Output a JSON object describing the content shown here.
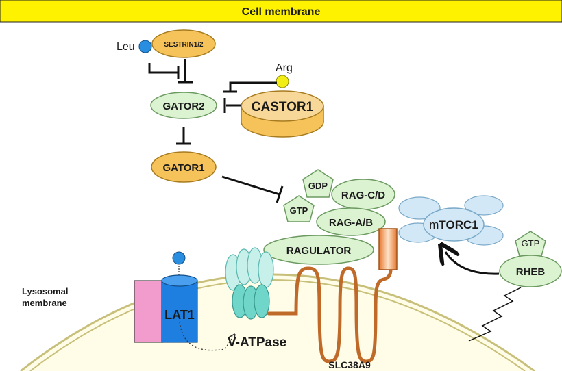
{
  "header": {
    "title": "Cell membrane"
  },
  "labels": {
    "leu": "Leu",
    "sestrin": "SESTRIN1/2",
    "arg": "Arg",
    "gator2": "GATOR2",
    "castor1": "CASTOR1",
    "gator1": "GATOR1",
    "gdp": "GDP",
    "rag_cd": "RAG-C/D",
    "gtp": "GTP",
    "rag_ab": "RAG-A/B",
    "mtorc1_prefix": "m",
    "mtorc1_main": "TORC1",
    "gtp_rheb": "GTP",
    "rheb": "RHEB",
    "ragulator": "RAGULATOR",
    "lysosomal_line1": "Lysosomal",
    "lysosomal_line2": "membrane",
    "lat1": "LAT1",
    "vatpase": "V-ATPase",
    "slc38a9": "SLC38A9"
  },
  "colors": {
    "header_bg": "#fff200",
    "green_oval": "#dcf3d2",
    "green_stroke": "#6b9a60",
    "orange_oval": "#f6c35a",
    "orange_stroke": "#a77b1f",
    "castor_fill": "#f7d898",
    "blue_oval": "#d3e8f6",
    "leu_ball": "#2a8ee0",
    "arg_ball": "#f2ee15",
    "lat1_blue": "#1e7fe0",
    "pink": "#f29bcd",
    "slc_brown": "#c06a2a",
    "slc_box": "#f4833a",
    "membrane_fill": "#fffde8",
    "membrane_stroke": "#c8c07a"
  }
}
